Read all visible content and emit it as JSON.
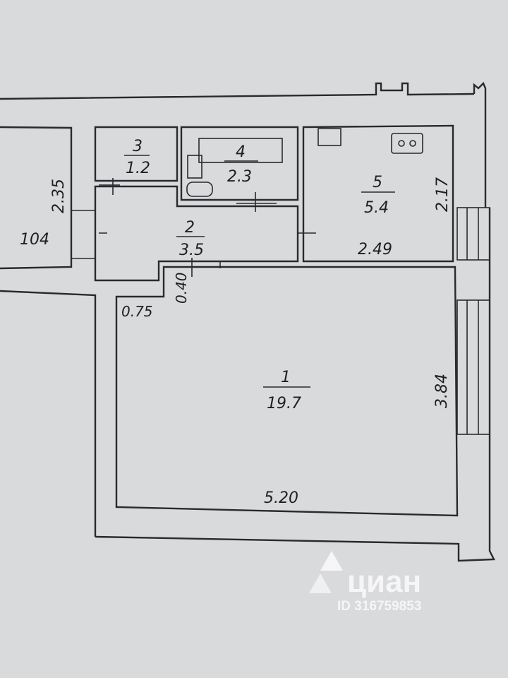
{
  "rooms": [
    {
      "number": "1",
      "area": "19.7"
    },
    {
      "number": "2",
      "area": "3.5"
    },
    {
      "number": "3",
      "area": "1.2"
    },
    {
      "number": "4",
      "area": "2.3"
    },
    {
      "number": "5",
      "area": "5.4"
    }
  ],
  "dimensions": {
    "d_235": "2.35",
    "d_104": "104",
    "d_217": "2.17",
    "d_249": "2.49",
    "d_075": "0.75",
    "d_040": "0.40",
    "d_384": "3.84",
    "d_520": "5.20"
  },
  "watermark": {
    "brand": "циан",
    "id": "ID 316759853"
  }
}
